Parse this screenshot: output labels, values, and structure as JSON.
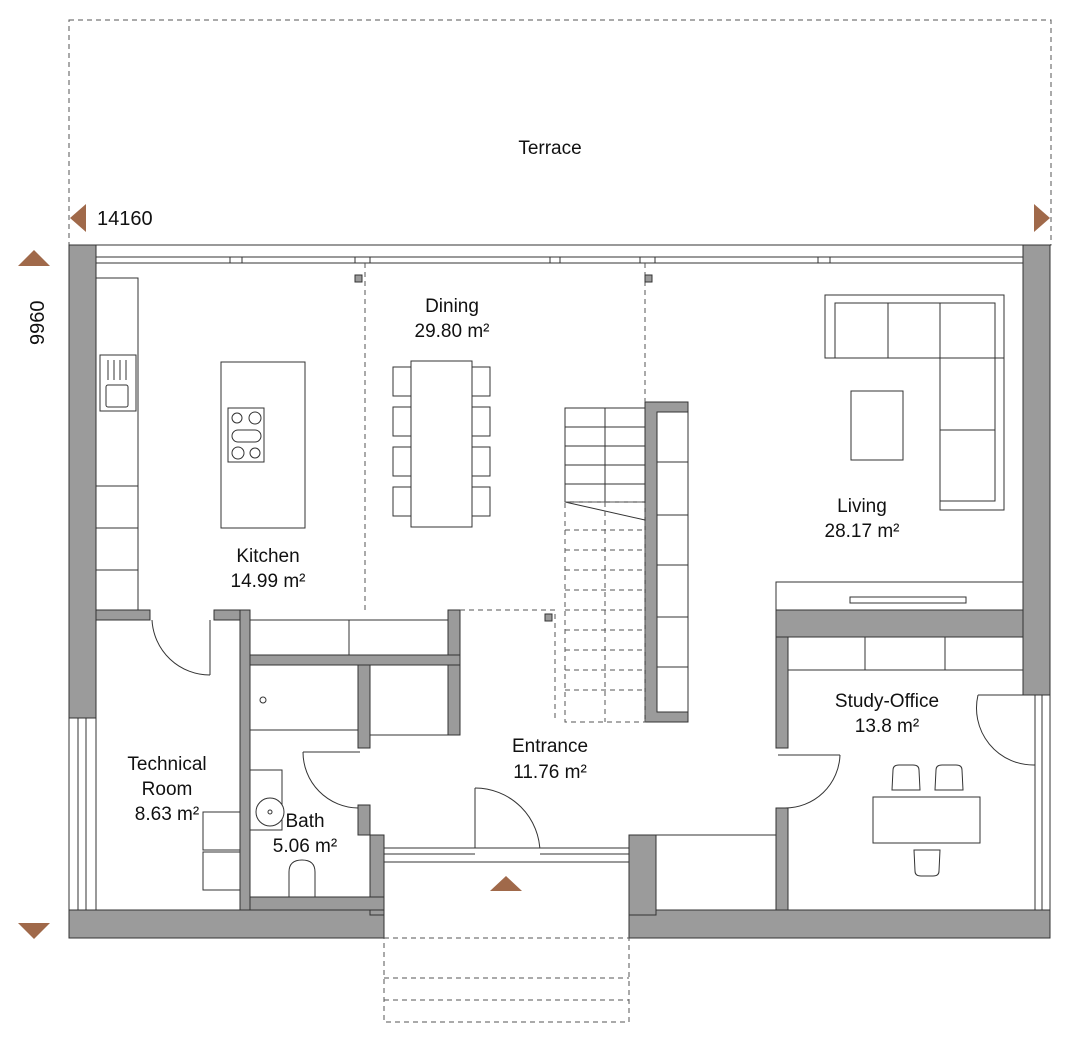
{
  "dimensions": {
    "width_label": "14160",
    "depth_label": "9960"
  },
  "colors": {
    "wall": "#9b9b9b",
    "marker": "#a0694a",
    "line": "#333333"
  },
  "rooms": {
    "terrace": {
      "name": "Terrace"
    },
    "dining": {
      "name": "Dining",
      "area": "29.80 m²"
    },
    "kitchen": {
      "name": "Kitchen",
      "area": "14.99 m²"
    },
    "living": {
      "name": "Living",
      "area": "28.17 m²"
    },
    "technical": {
      "name_line1": "Technical",
      "name_line2": "Room",
      "area": "8.63 m²"
    },
    "bath": {
      "name": "Bath",
      "area": "5.06 m²"
    },
    "entrance": {
      "name": "Entrance",
      "area": "11.76 m²"
    },
    "study": {
      "name": "Study-Office",
      "area": "13.8 m²"
    }
  }
}
